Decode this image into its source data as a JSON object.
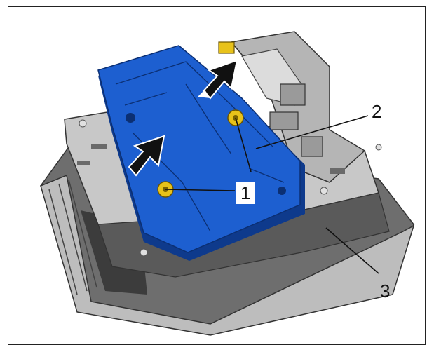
{
  "callouts": {
    "one": "1",
    "two": "2",
    "three": "3"
  },
  "colors": {
    "bracket_blue": "#1d5fd0",
    "bracket_dark": "#0e3a8c",
    "housing_light": "#c9c9c9",
    "housing_mid": "#9b9b9b",
    "housing_dark": "#4a4a4a",
    "nut_yellow": "#e8c21a",
    "arrow_black": "#111111"
  }
}
